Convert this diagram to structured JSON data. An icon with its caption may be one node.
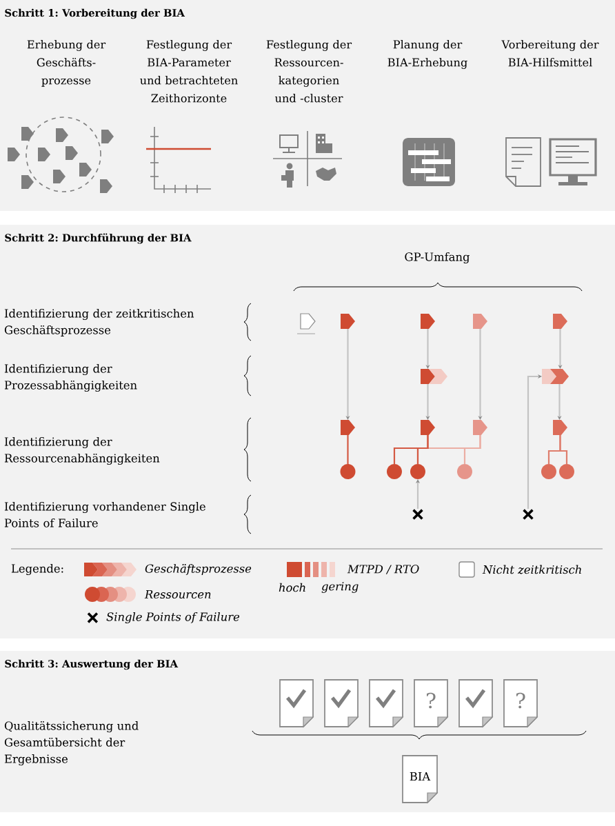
{
  "diagram": {
    "nodes": [
      {
        "text": [
          "Schritt 1: Vorbereitung der BIA"
        ]
      },
      {
        "text": [
          "Schritt 2: Durchführung der BIA"
        ]
      },
      {
        "text": [],
        "shape": "pentagon",
        "in": 1
      },
      {
        "text": [],
        "shape": "pentagon",
        "in": 1
      },
      {
        "text": [],
        "shape": "pentagon",
        "in": 1
      },
      {
        "text": [],
        "shape": "pentagon",
        "in": 1
      },
      {
        "text": [],
        "shape": "pentagon",
        "in": 1
      },
      {
        "text": [],
        "shape": "pentagon",
        "in": 1
      },
      {
        "text": [],
        "shape": "chevron",
        "in": 1
      },
      {
        "text": [],
        "shape": "pentagon",
        "in": 1
      },
      {
        "text": [],
        "shape": "chevron",
        "in": 1
      },
      {
        "text": [],
        "shape": "pentagon",
        "in": 1
      },
      {
        "text": [],
        "shape": "pentagon",
        "in": 1
      },
      {
        "text": [],
        "shape": "pentagon",
        "in": 1
      },
      {
        "text": [],
        "shape": "pentagon",
        "in": 1
      },
      {
        "text": [],
        "shape": "circle",
        "in": 1
      },
      {
        "text": [],
        "shape": "circle",
        "in": 1
      },
      {
        "text": [],
        "shape": "circle",
        "in": 1
      },
      {
        "text": [],
        "shape": "circle",
        "in": 1
      },
      {
        "text": [],
        "shape": "circle",
        "in": 1
      },
      {
        "text": [],
        "shape": "circle",
        "in": 1
      },
      {
        "text": [],
        "shape": "cross",
        "in": 1
      },
      {
        "text": [],
        "shape": "cross",
        "in": 1
      },
      {
        "text": [
          "Schritt 3: Auswertung der BIA"
        ]
      },
      {
        "text": [],
        "shape": "document",
        "in": 23
      },
      {
        "text": [],
        "shape": "document",
        "in": 23
      },
      {
        "text": [],
        "shape": "document",
        "in": 23
      },
      {
        "text": [
          "?"
        ],
        "in": 23
      },
      {
        "text": [],
        "shape": "document",
        "in": 23
      },
      {
        "text": [
          "?"
        ],
        "in": 23
      },
      {
        "text": [
          "BIA"
        ],
        "in": 23
      }
    ],
    "edges": [
      {
        "from": 3,
        "to": 11,
        "arrow": "to"
      },
      {
        "from": 4,
        "to": 7,
        "arrow": "to"
      },
      {
        "from": 7,
        "to": 12,
        "arrow": "to"
      },
      {
        "from": 5,
        "to": 13,
        "arrow": "to"
      },
      {
        "from": 6,
        "to": 10,
        "arrow": "to"
      },
      {
        "from": 10,
        "to": 14,
        "arrow": "to"
      },
      {
        "from": 22,
        "to": 9,
        "arrow": "to"
      },
      {
        "from": 21,
        "to": 17,
        "arrow": "to"
      },
      {
        "from": 11,
        "to": 15,
        "arrow": "none",
        "color": "#d45a44"
      },
      {
        "from": 13,
        "to": 18,
        "arrow": "none",
        "color": "#ebaea4"
      },
      {
        "from": 13,
        "to": 17,
        "arrow": "none",
        "color": "#ebaea4"
      },
      {
        "from": 12,
        "to": 16,
        "arrow": "none",
        "color": "#d45a44"
      },
      {
        "from": 12,
        "to": 17,
        "arrow": "none",
        "color": "#d45a44"
      },
      {
        "from": 14,
        "to": 19,
        "arrow": "none",
        "color": "#df7e6d"
      },
      {
        "from": 14,
        "to": 20,
        "arrow": "none",
        "color": "#df7e6d"
      }
    ],
    "labels": [
      "Erhebung der Geschäfts- prozesse",
      "Festlegung der BIA-Parameter und betrachteten Zeithorizonte",
      "Festlegung der Ressourcen- kategorien und -cluster",
      "Planung der BIA-Erhebung",
      "Vorbereitung der BIA-Hilfsmittel",
      "GP-Umfang",
      "Identifizierung der zeitkritischen Geschäftsprozesse",
      "Identifizierung der Prozessabhängigkeiten",
      "Identifizierung der Ressourcenabhängigkeiten",
      "Identifizierung vorhandener Single Points of Failure",
      "Legende:",
      "hoch",
      "gering",
      "Qualitätssicherung und Gesamtübersicht der Ergebnisse"
    ],
    "legend": [
      {
        "text": "Geschäftsprozesse"
      },
      {
        "text": "MTPD / RTO"
      },
      {
        "text": "Nicht zeitkritisch"
      },
      {
        "text": "Ressourcen"
      },
      {
        "text": "Single Points of Failure"
      }
    ]
  }
}
